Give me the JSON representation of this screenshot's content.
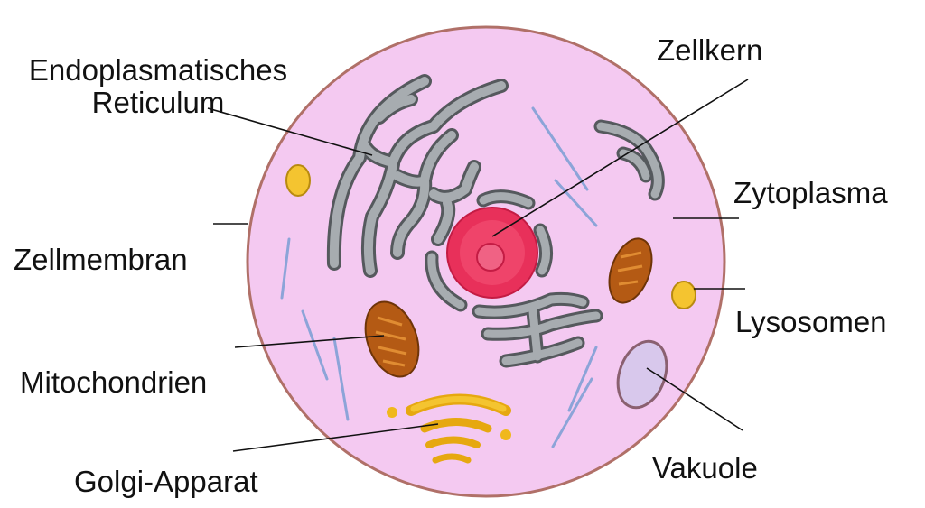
{
  "labels": {
    "endoplasmic_reticulum_line1": "Endoplasmatisches",
    "endoplasmic_reticulum_line2": "Reticulum",
    "nucleus": "Zellkern",
    "cytoplasm": "Zytoplasma",
    "cell_membrane": "Zellmembran",
    "lysosomes": "Lysosomen",
    "mitochondria": "Mitochondrien",
    "golgi": "Golgi-Apparat",
    "vacuole": "Vakuole"
  },
  "colors": {
    "cytoplasm_fill": "#f4c9f1",
    "membrane_stroke": "#b07068",
    "nucleus_fill": "#e8305a",
    "nucleolus_fill": "#f04a6e",
    "er_fill": "#8f9498",
    "mitochondria_fill": "#b45a14",
    "golgi_fill": "#f0b81c",
    "lysosome_fill": "#f4c430",
    "vacuole_fill": "#d8c8ec",
    "vacuole_stroke": "#8a6070",
    "cytoskeleton_stroke": "#7a9ed4",
    "leader_line": "#111111"
  }
}
